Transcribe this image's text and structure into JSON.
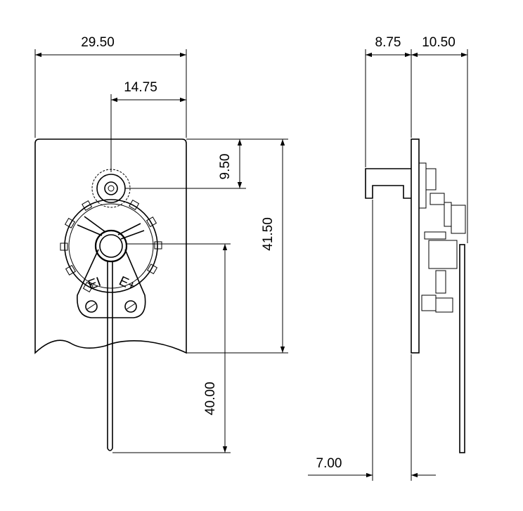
{
  "dimensions": {
    "top_width": "29.50",
    "center_offset": "14.75",
    "pivot_from_top": "9.50",
    "plate_height": "41.50",
    "pointer_length": "40.00",
    "side_front_depth": "8.75",
    "side_rear_depth": "10.50",
    "side_bottom": "7.00"
  },
  "colors": {
    "line": "#000000",
    "background": "#ffffff"
  }
}
